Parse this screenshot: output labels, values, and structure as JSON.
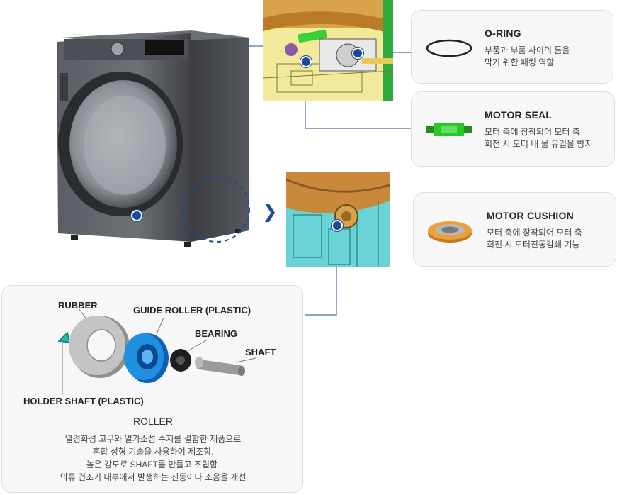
{
  "cards": {
    "oring": {
      "title": "O-RING",
      "desc": [
        "부품과 부품 사이의 틈을",
        "막기 위한 패킹 역할"
      ]
    },
    "seal": {
      "title": "MOTOR SEAL",
      "desc": [
        "모터 축에 장착되어 모터 축",
        "회전 시 모터 내 물 유입을 방지"
      ]
    },
    "cushion": {
      "title": "MOTOR CUSHION",
      "desc": [
        "모터 축에 장착되어 모터 축",
        "회전 시 모터진동감쇄 기능"
      ]
    }
  },
  "roller": {
    "labels": {
      "rubber": "RUBBER",
      "guide_roller": "GUIDE ROLLER (PLASTIC)",
      "bearing": "BEARING",
      "shaft": "SHAFT",
      "holder_shaft": "HOLDER SHAFT (PLASTIC)"
    },
    "title": "ROLLER",
    "desc": [
      "열경화성 고무와 열가소성 수지를 결합한 제품으로",
      "혼합 성형 기술을 사용하여 제조함.",
      "높은 강도로 SHAFT를 만들고 조립함.",
      "의류 건조기 내부에서 발생하는 진동이나 소음을 개선"
    ]
  },
  "dryer": {
    "brand_badge": "THINQ"
  },
  "colors": {
    "accent": "#1b4a96",
    "card_bg": "#f7f7f7",
    "card_border": "#dedede",
    "guide_roller": "#1f8fe0",
    "seal_green": "#2bc82b",
    "cushion_orange": "#e0902a"
  }
}
